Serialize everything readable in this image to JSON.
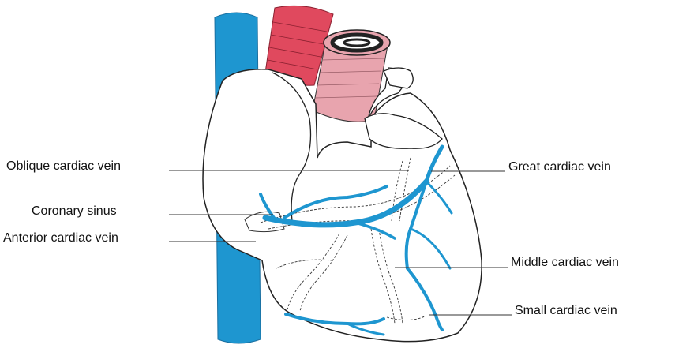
{
  "colors": {
    "vein_blue": "#1e96d0",
    "artery_red": "#e0495e",
    "pulmonary_pink": "#e8a4ae",
    "outline": "#222222",
    "background": "#ffffff"
  },
  "labels": {
    "oblique_cardiac_vein": "Oblique cardiac vein",
    "coronary_sinus": "Coronary sinus",
    "anterior_cardiac_vein": "Anterior cardiac vein",
    "great_cardiac_vein": "Great cardiac vein",
    "middle_cardiac_vein": "Middle cardiac vein",
    "small_cardiac_vein": "Small cardiac vein"
  }
}
